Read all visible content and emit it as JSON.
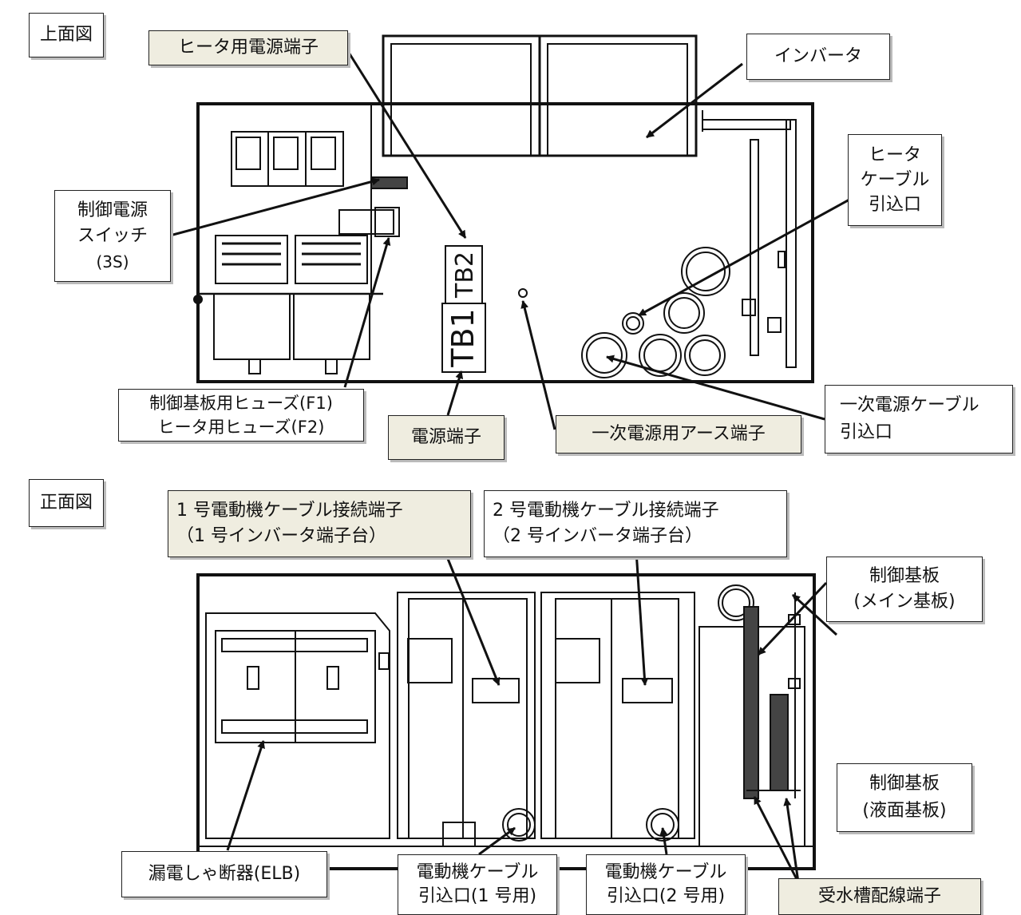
{
  "views": {
    "top": "上面図",
    "front": "正面図"
  },
  "top_labels": {
    "heater_terminal": "ヒータ用電源端子",
    "inverter": "インバータ",
    "heater_cable": [
      "ヒータ",
      "ケーブル",
      "引込口"
    ],
    "control_switch": [
      "制御電源",
      "スイッチ",
      "(3S)"
    ],
    "fuses": [
      "制御基板用ヒューズ(F1)",
      "ヒータ用ヒューズ(F2)"
    ],
    "power_terminal": "電源端子",
    "ground_terminal": "一次電源用アース端子",
    "primary_cable": [
      "一次電源ケーブル",
      "引込口"
    ],
    "tb1": "TB1",
    "tb2": "TB2"
  },
  "front_labels": {
    "motor1_terminal": [
      "1 号電動機ケーブル接続端子",
      "（1 号インバータ端子台）"
    ],
    "motor2_terminal": [
      "2 号電動機ケーブル接続端子",
      "（2 号インバータ端子台）"
    ],
    "main_board": [
      "制御基板",
      "(メイン基板)"
    ],
    "level_board": [
      "制御基板",
      "(液面基板)"
    ],
    "elb": "漏電しゃ断器(ELB)",
    "motor1_cable": [
      "電動機ケーブル",
      "引込口(1 号用)"
    ],
    "motor2_cable": [
      "電動機ケーブル",
      "引込口(2 号用)"
    ],
    "tank_terminal": "受水槽配線端子"
  }
}
